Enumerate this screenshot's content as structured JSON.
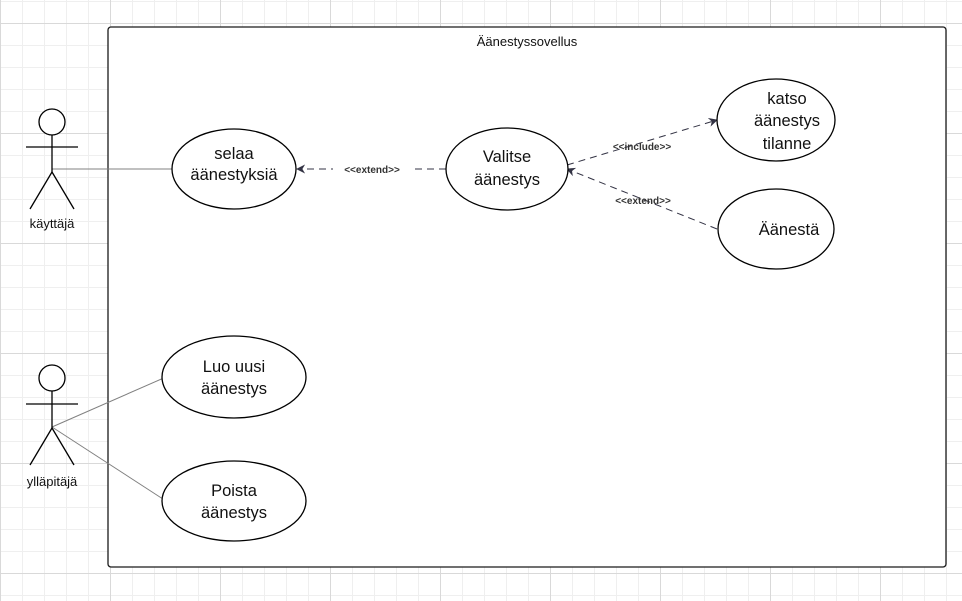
{
  "colors": {
    "background": "#ffffff",
    "grid_line": "#d9d9d9",
    "stroke": "#000000",
    "association_line": "#808080",
    "dependency_line": "#333344"
  },
  "system": {
    "title": "Äänestyssovellus"
  },
  "actors": {
    "user": {
      "label": "käyttäjä"
    },
    "admin": {
      "label": "ylläpitäjä"
    }
  },
  "use_cases": {
    "browse": {
      "line1": "selaa",
      "line2": "äänestyksiä"
    },
    "select": {
      "line1": "Valitse",
      "line2": "äänestys"
    },
    "view_status": {
      "line1": "katso",
      "line2": "äänestys",
      "line3": "tilanne"
    },
    "vote": {
      "line1": "Äänestä"
    },
    "create": {
      "line1": "Luo uusi",
      "line2": "äänestys"
    },
    "delete": {
      "line1": "Poista",
      "line2": "äänestys"
    }
  },
  "relations": {
    "select_extends_browse": "<<extend>>",
    "select_includes_view": "<<include>>",
    "vote_extends_select": "<<extend>>"
  }
}
